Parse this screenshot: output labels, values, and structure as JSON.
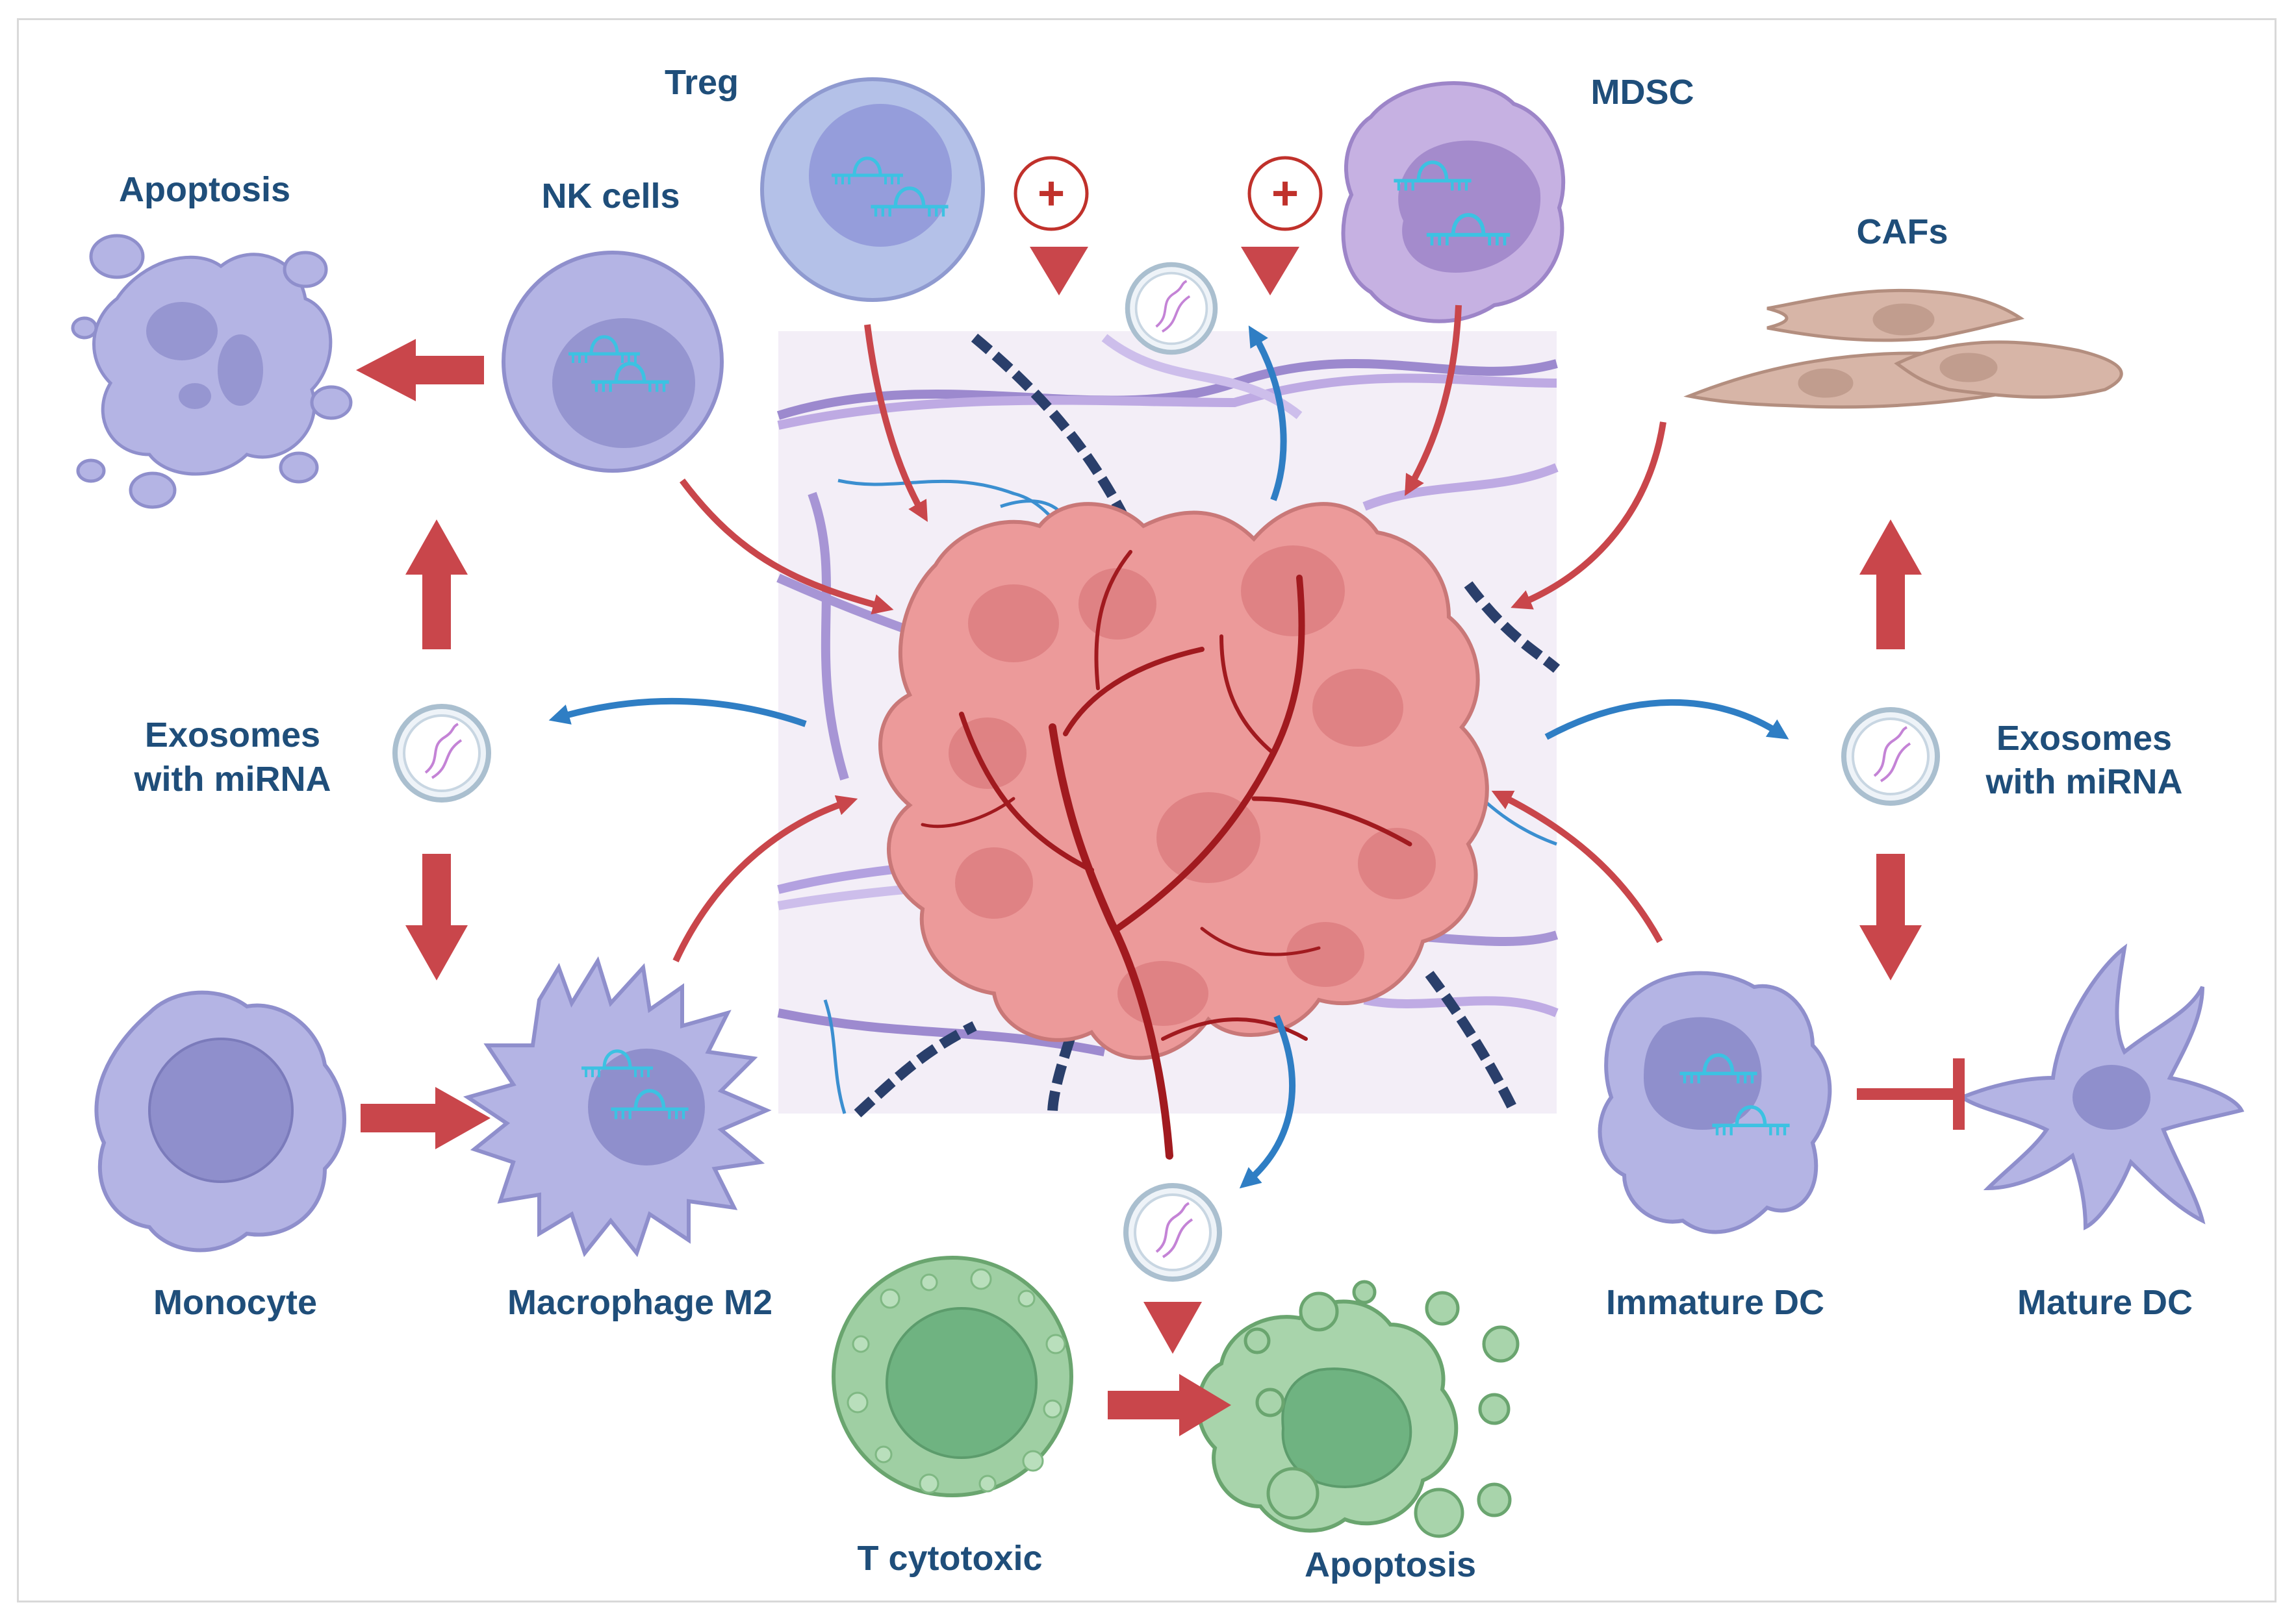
{
  "labels": {
    "treg": "Treg",
    "mdsc": "MDSC",
    "nk_cells": "NK cells",
    "apoptosis_top": "Apoptosis",
    "cafs": "CAFs",
    "exosomes_left_1": "Exosomes",
    "exosomes_left_2": "with miRNA",
    "exosomes_right_1": "Exosomes",
    "exosomes_right_2": "with miRNA",
    "monocyte": "Monocyte",
    "macrophage_m2": "Macrophage M2",
    "immature_dc": "Immature DC",
    "mature_dc": "Mature DC",
    "t_cytotoxic": "T cytotoxic",
    "apoptosis_bottom": "Apoptosis",
    "plus_sign": "+"
  },
  "colors": {
    "label_text": "#1f4e7a",
    "red_arrow": "#c9464b",
    "blue_arrow": "#2f7ec4",
    "cell_lavender": "#b4b4e4",
    "cell_purple": "#b99ddb",
    "cell_green": "#9fcfa3",
    "tumor_pink": "#ec9a9a",
    "caf_tan": "#d7b5a7",
    "tme_bg": "#f3eef7"
  },
  "icons": [
    "rna-icon",
    "vesicle-icon",
    "plus-icon",
    "blood-vessel-icon",
    "collagen-fiber-icon"
  ]
}
